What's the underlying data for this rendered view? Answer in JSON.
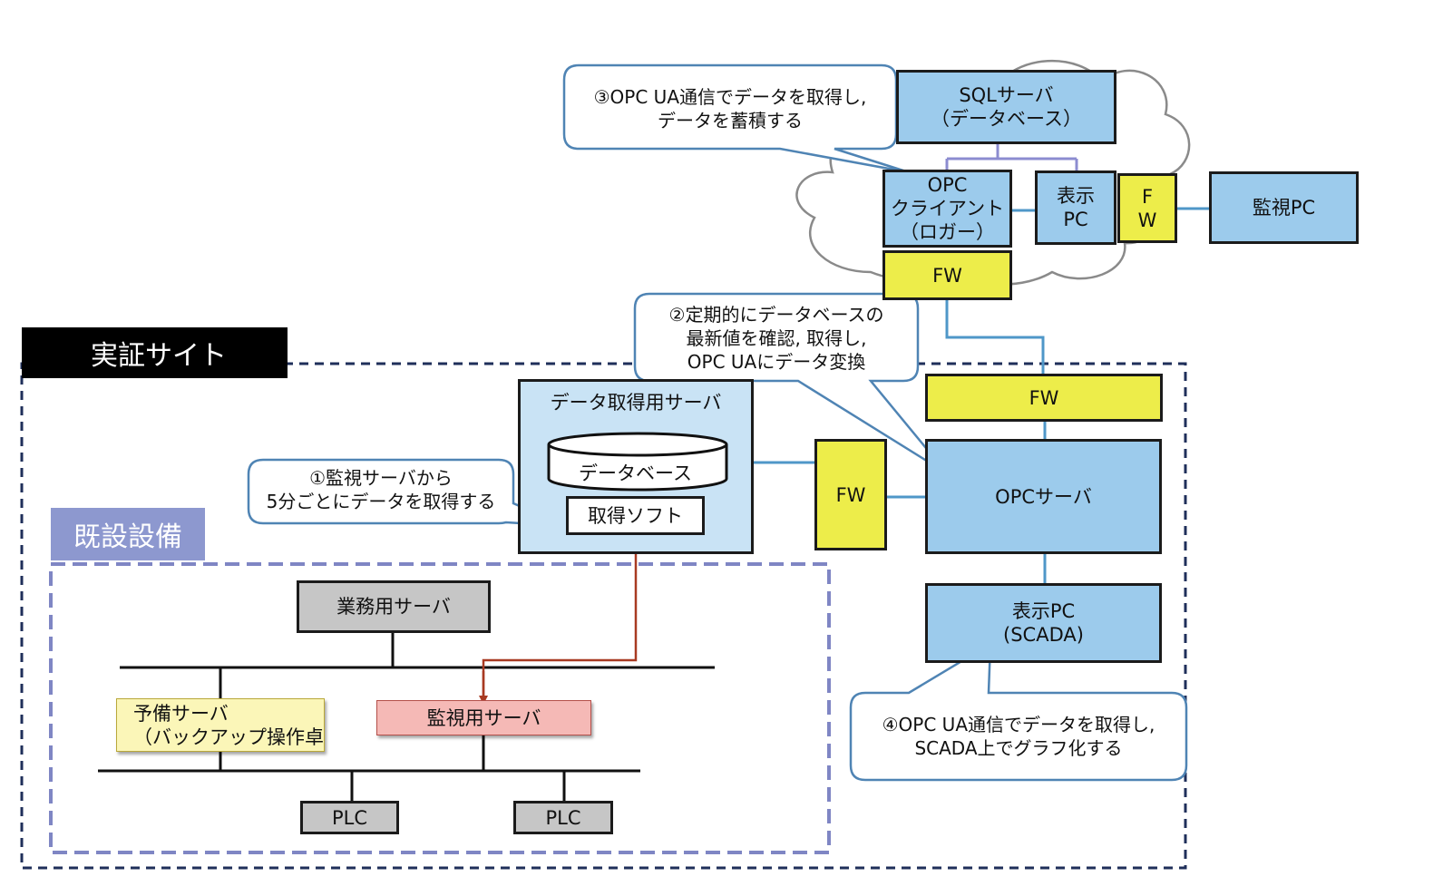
{
  "labels": {
    "site": "実証サイト",
    "existing": "既設設備"
  },
  "nodes": {
    "sql_server": "SQLサーバ\n（データベース）",
    "opc_client": "OPC\nクライアント\n（ロガー）",
    "display_pc_cloud": "表示\nPC",
    "fw_cloud_side": "F\nW",
    "monitor_pc": "監視PC",
    "fw_cloud_bottom": "FW",
    "fw_site_top": "FW",
    "fw_middle": "FW",
    "opc_server": "OPCサーバ",
    "display_pc_scada": "表示PC\n(SCADA)",
    "data_server_title": "データ取得用サーバ",
    "database": "データベース",
    "acquire_soft": "取得ソフト",
    "business_server": "業務用サーバ",
    "backup_server": "予備サーバ\n（バックアップ操作卓",
    "monitor_server": "監視用サーバ",
    "plc_1": "PLC",
    "plc_2": "PLC"
  },
  "callouts": {
    "c1": "①監視サーバから\n5分ごとにデータを取得する",
    "c2": "②定期的にデータベースの\n最新値を確認, 取得し,\nOPC UAにデータ変換",
    "c3": "③OPC UA通信でデータを取得し,\nデータを蓄積する",
    "c4": "④OPC UA通信でデータを取得し,\nSCADA上でグラフ化する"
  },
  "colors": {
    "blue": "#9ccbec",
    "yellow": "#eded4a",
    "gray": "#c6c6c6",
    "dashed_site": "#1f2f5a",
    "dashed_existing": "#7f86c4",
    "connector": "#4f97c8",
    "arrow": "#a83a22"
  }
}
